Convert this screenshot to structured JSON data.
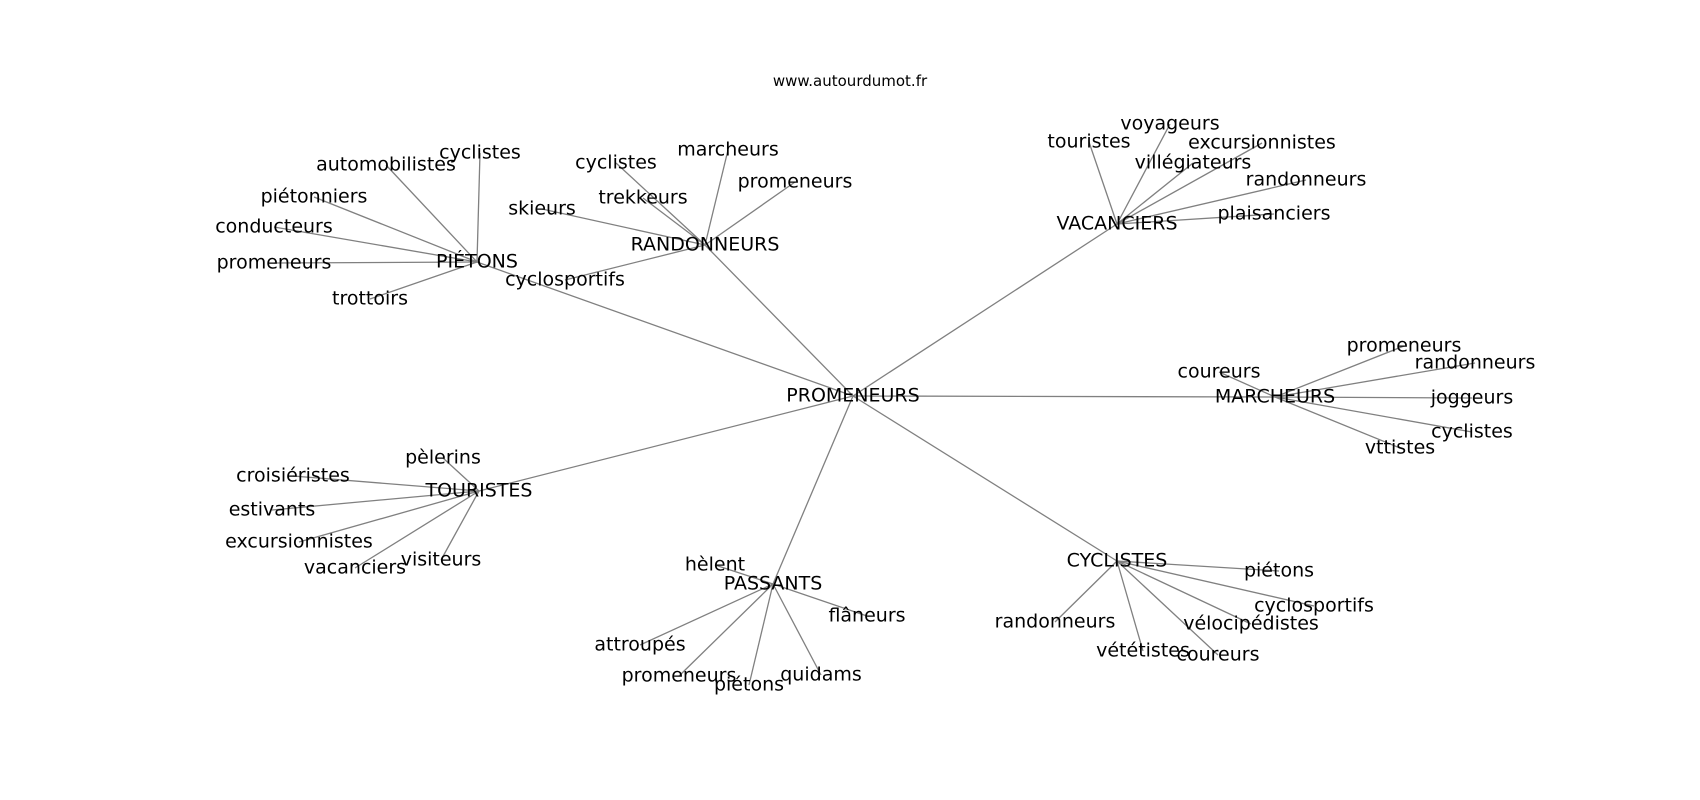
{
  "site": "www.autourdumot.fr",
  "root": "PROMENEURS",
  "groups": [
    {
      "label": "PIÉTONS",
      "children": [
        "cyclistes",
        "automobilistes",
        "piétonniers",
        "conducteurs",
        "promeneurs",
        "trottoirs"
      ]
    },
    {
      "label": "RANDONNEURS",
      "children": [
        "cyclistes",
        "marcheurs",
        "promeneurs",
        "trekkeurs",
        "skieurs",
        "cyclosportifs"
      ]
    },
    {
      "label": "VACANCIERS",
      "children": [
        "touristes",
        "voyageurs",
        "excursionnistes",
        "villégiateurs",
        "randonneurs",
        "plaisanciers"
      ]
    },
    {
      "label": "MARCHEURS",
      "children": [
        "coureurs",
        "promeneurs",
        "randonneurs",
        "joggeurs",
        "cyclistes",
        "vttistes"
      ]
    },
    {
      "label": "TOURISTES",
      "children": [
        "pèlerins",
        "croisiéristes",
        "estivants",
        "excursionnistes",
        "vacanciers",
        "visiteurs"
      ]
    },
    {
      "label": "PASSANTS",
      "children": [
        "hèlent",
        "flâneurs",
        "attroupés",
        "promeneurs",
        "piétons",
        "quidams"
      ]
    },
    {
      "label": "CYCLISTES",
      "children": [
        "piétons",
        "cyclosportifs",
        "vélocipédistes",
        "randonneurs",
        "vététistes",
        "coureurs"
      ]
    }
  ]
}
